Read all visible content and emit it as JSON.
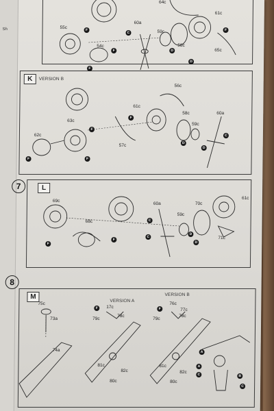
{
  "steps": {
    "step7": "7",
    "step8": "8"
  },
  "versions": {
    "k_label": "VERSION B",
    "m_version_a": "VERSION A",
    "m_version_b": "VERSION B"
  },
  "panel_tags": {
    "k": "K",
    "l": "L",
    "m": "M"
  },
  "left_page_mark": "Sh",
  "parts_top": [
    "64c",
    "61c",
    "55c",
    "54c",
    "60a",
    "59c",
    "58c",
    "65c"
  ],
  "parts_k": [
    "56c",
    "61c",
    "58c",
    "60a",
    "59c",
    "63c",
    "62c",
    "57c"
  ],
  "parts_l": [
    "69c",
    "68c",
    "60a",
    "59c",
    "70c",
    "61c",
    "71c"
  ],
  "parts_m": [
    "75c",
    "73a",
    "74a",
    "17c",
    "78c",
    "79c",
    "81c",
    "82c",
    "80c",
    "76c",
    "77c",
    "78c",
    "79c",
    "81c",
    "82c",
    "80c"
  ],
  "callouts": {
    "c": "C",
    "d": "D",
    "f": "F",
    "a": "A",
    "b": "B"
  },
  "colors": {
    "paper": "#dcdad5",
    "ink": "#2a2a2a",
    "desk": "#6f5038"
  }
}
